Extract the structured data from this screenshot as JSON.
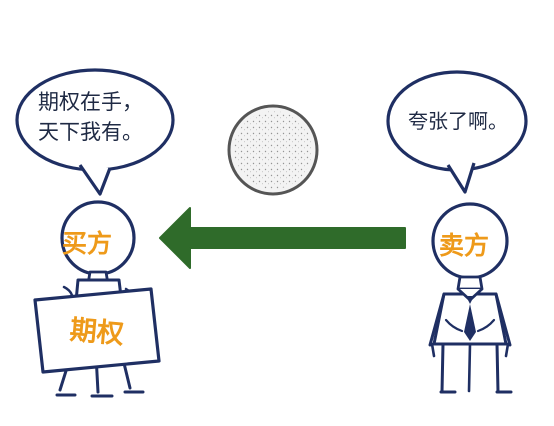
{
  "left_bubble": {
    "line1": "期权在手，",
    "line2": "天下我有。"
  },
  "right_bubble": {
    "text": "夸张了啊。"
  },
  "buyer": {
    "label": "买方",
    "sign_text": "期权"
  },
  "seller": {
    "label": "卖方"
  },
  "colors": {
    "outline": "#1f2f63",
    "arrow": "#2f6b2a",
    "label": "#ee9a1a",
    "text": "#1f2a44"
  },
  "icons": {
    "coin": "coin-icon",
    "arrow": "left-arrow-icon"
  }
}
